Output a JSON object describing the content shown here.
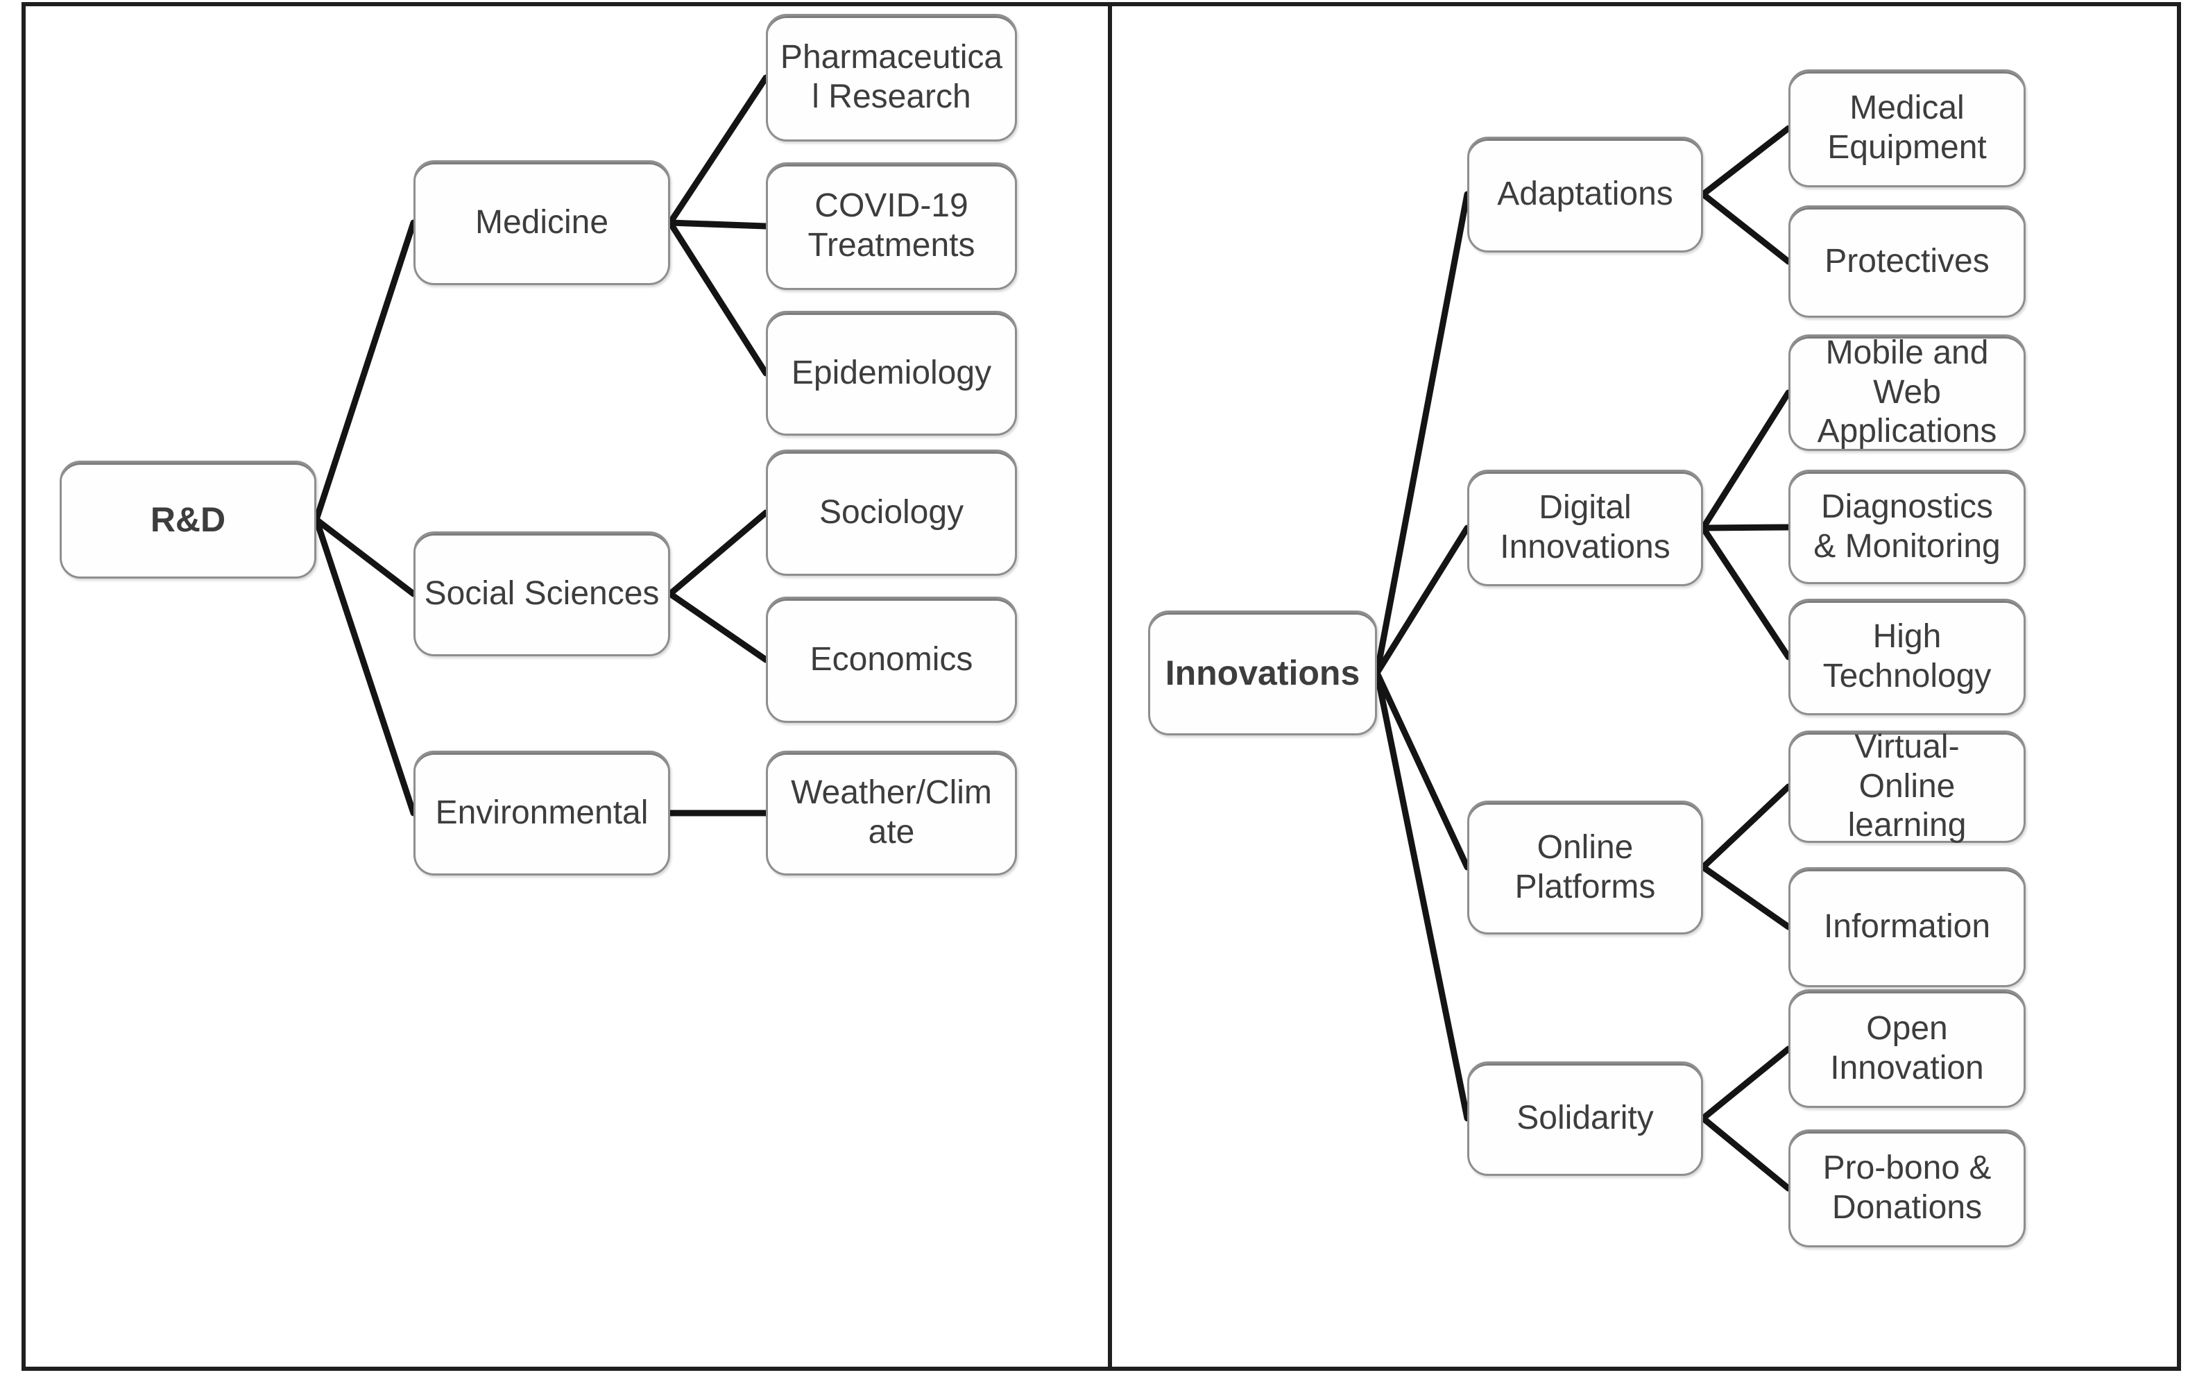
{
  "figure": {
    "background_color": "#ffffff",
    "connector_color": "#141414",
    "box_border_color": "#8e8e8e",
    "box_fill_color": "#fefefe",
    "text_color": "#3d3d3d",
    "type": "two-panel horizontal tree diagrams inside table cells"
  },
  "nodes": {
    "rd": "R&D",
    "medicine": "Medicine",
    "social_sciences": "Social Sciences",
    "environmental": "Environmental",
    "pharmaceutical_research": "Pharmaceutica\nl Research",
    "covid19_treatments": "COVID-19\nTreatments",
    "epidemiology": "Epidemiology",
    "sociology": "Sociology",
    "economics": "Economics",
    "weather_climate": "Weather/Clim\nate",
    "innovations": "Innovations",
    "adaptations": "Adaptations",
    "digital_innovations": "Digital\nInnovations",
    "online_platforms": "Online\nPlatforms",
    "solidarity": "Solidarity",
    "medical_equipment": "Medical\nEquipment",
    "protectives": "Protectives",
    "mobile_web_applications": "Mobile and\nWeb\nApplications",
    "diagnostics_monitoring": "Diagnostics\n& Monitoring",
    "high_technology": "High\nTechnology",
    "virtual_online_learning": "Virtual-\nOnline\nlearning",
    "information": "Information",
    "open_innovation": "Open\nInnovation",
    "probono_donations": "Pro-bono &\nDonations"
  },
  "hierarchy": {
    "left_tree": {
      "root": "R&D",
      "branches": [
        {
          "label": "Medicine",
          "children": [
            "Pharmaceutical Research",
            "COVID-19 Treatments",
            "Epidemiology"
          ]
        },
        {
          "label": "Social Sciences",
          "children": [
            "Sociology",
            "Economics"
          ]
        },
        {
          "label": "Environmental",
          "children": [
            "Weather/Climate"
          ]
        }
      ]
    },
    "right_tree": {
      "root": "Innovations",
      "branches": [
        {
          "label": "Adaptations",
          "children": [
            "Medical Equipment",
            "Protectives"
          ]
        },
        {
          "label": "Digital Innovations",
          "children": [
            "Mobile and Web Applications",
            "Diagnostics & Monitoring",
            "High Technology"
          ]
        },
        {
          "label": "Online Platforms",
          "children": [
            "Virtual-Online learning",
            "Information"
          ]
        },
        {
          "label": "Solidarity",
          "children": [
            "Open Innovation",
            "Pro-bono & Donations"
          ]
        }
      ]
    }
  }
}
